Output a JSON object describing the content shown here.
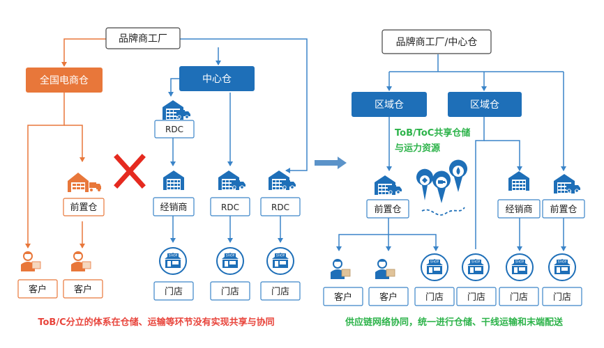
{
  "left": {
    "top_box": "品牌商工厂",
    "national_warehouse": "全国电商仓",
    "central_warehouse": "中心仓",
    "rdc_top": "RDC",
    "front_warehouse": "前置仓",
    "dealer": "经销商",
    "rdc_mid": "RDC",
    "rdc_right": "RDC",
    "customer_1": "客户",
    "customer_2": "客户",
    "store_1": "门店",
    "store_2": "门店",
    "store_3": "门店",
    "caption": "ToB/C分立的体系在仓储、运输等环节没有实现共享与协同"
  },
  "right": {
    "top_box": "品牌商工厂/中心仓",
    "region_1": "区域仓",
    "region_2": "区域仓",
    "shared_line1": "ToB/ToC共享仓储",
    "shared_line2": "与运力资源",
    "front_warehouse_1": "前置仓",
    "dealer": "经销商",
    "front_warehouse_2": "前置仓",
    "customer_1": "客户",
    "customer_2": "客户",
    "store_1": "门店",
    "store_2": "门店",
    "store_3": "门店",
    "store_4": "门店",
    "caption": "供应链网络协同，统一进行仓储、干线运输和末端配送"
  },
  "colors": {
    "orange": "#E8773A",
    "blue": "#1E6FB8",
    "line_blue": "#3A84C8",
    "red_x": "#E52A1F",
    "red_caption": "#E8453C",
    "green": "#2DB34A"
  },
  "icons": [
    "warehouse-icon",
    "truck-icon",
    "courier-icon",
    "shop-icon",
    "map-pin-icon",
    "cross-icon",
    "arrow-right-icon"
  ],
  "shop_sign": "SHOP"
}
